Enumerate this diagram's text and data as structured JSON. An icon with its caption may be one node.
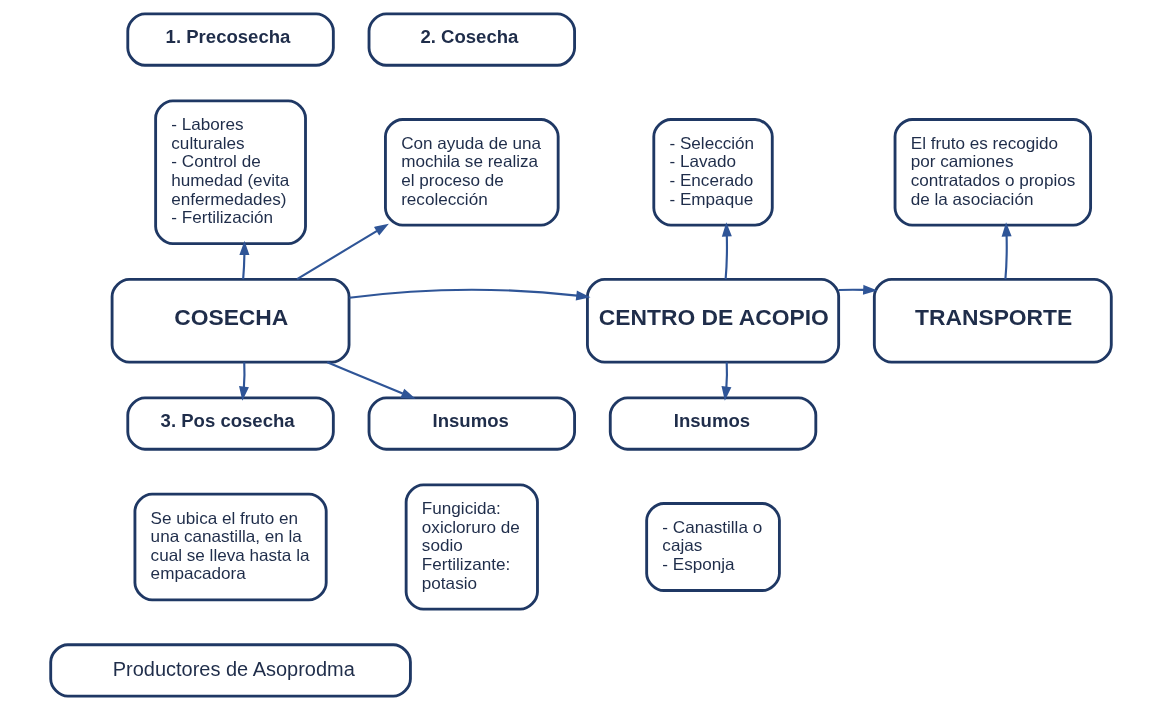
{
  "diagram": {
    "nodes": [
      {
        "text": [
          "1. Precosecha"
        ]
      },
      {
        "text": [
          "- Labores culturales",
          "- Control de humedad (evita enfermedades)",
          "- Fertilización"
        ]
      },
      {
        "text": [
          "2. Cosecha"
        ]
      },
      {
        "text": [
          "Con ayuda de una mochila se realiza el proceso de recolección"
        ]
      },
      {
        "text": [
          "COSECHA"
        ]
      },
      {
        "text": [
          "CENTRO DE ACOPIO"
        ]
      },
      {
        "text": [
          "TRANSPORTE"
        ]
      },
      {
        "text": [
          "- Selección",
          "- Lavado",
          "- Encerado",
          "- Empaque"
        ]
      },
      {
        "text": [
          "El fruto es recogido por camiones contratados o propios de la asociación"
        ]
      },
      {
        "text": [
          "3. Pos cosecha"
        ]
      },
      {
        "text": [
          "Insumos"
        ]
      },
      {
        "text": [
          "Se ubica el fruto en una canastilla, en la cual se lleva hasta la empacadora"
        ]
      },
      {
        "text": [
          "Fungicida: oxicloruro de sodio",
          "Fertilizante: potasio"
        ]
      },
      {
        "text": [
          "Insumos"
        ]
      },
      {
        "text": [
          "- Canastilla o cajas",
          "- Esponja"
        ]
      },
      {
        "text": [
          "Productores de Asoprodma"
        ]
      }
    ],
    "edges": [
      {
        "from": 4,
        "to": 1,
        "arrow": "to"
      },
      {
        "from": 4,
        "to": 3,
        "arrow": "to"
      },
      {
        "from": 4,
        "to": 9,
        "arrow": "to"
      },
      {
        "from": 4,
        "to": 10,
        "arrow": "to"
      },
      {
        "from": 4,
        "to": 5,
        "arrow": "to"
      },
      {
        "from": 5,
        "to": 7,
        "arrow": "to"
      },
      {
        "from": 5,
        "to": 13,
        "arrow": "to"
      },
      {
        "from": 5,
        "to": 6,
        "arrow": "to"
      },
      {
        "from": 6,
        "to": 8,
        "arrow": "to"
      }
    ]
  }
}
